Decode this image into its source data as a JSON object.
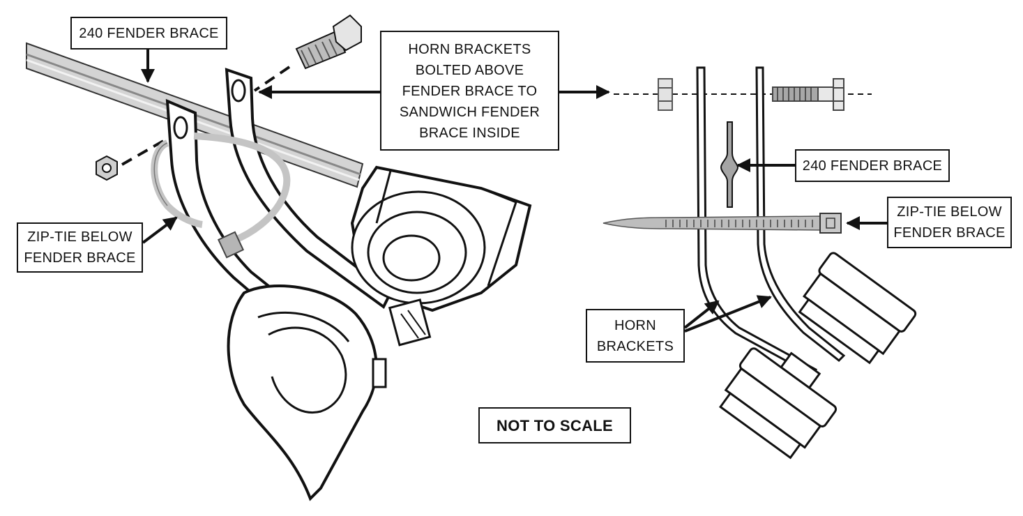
{
  "labels": {
    "fender_brace_left": "240 FENDER BRACE",
    "horn_brackets_bolted": [
      "HORN BRACKETS",
      "BOLTED ABOVE",
      "FENDER BRACE TO",
      "SANDWICH FENDER",
      "BRACE INSIDE"
    ],
    "ziptie_left": [
      "ZIP-TIE BELOW",
      "FENDER BRACE"
    ],
    "fender_brace_right": "240 FENDER BRACE",
    "ziptie_right": [
      "ZIP-TIE BELOW",
      "FENDER BRACE"
    ],
    "horn_brackets_right": [
      "HORN",
      "BRACKETS"
    ],
    "not_to_scale": "NOT TO SCALE"
  },
  "colors": {
    "ink": "#111111",
    "metal_gray": "#9a9a9a",
    "light_gray": "#d4d4d4",
    "background": "#ffffff"
  }
}
